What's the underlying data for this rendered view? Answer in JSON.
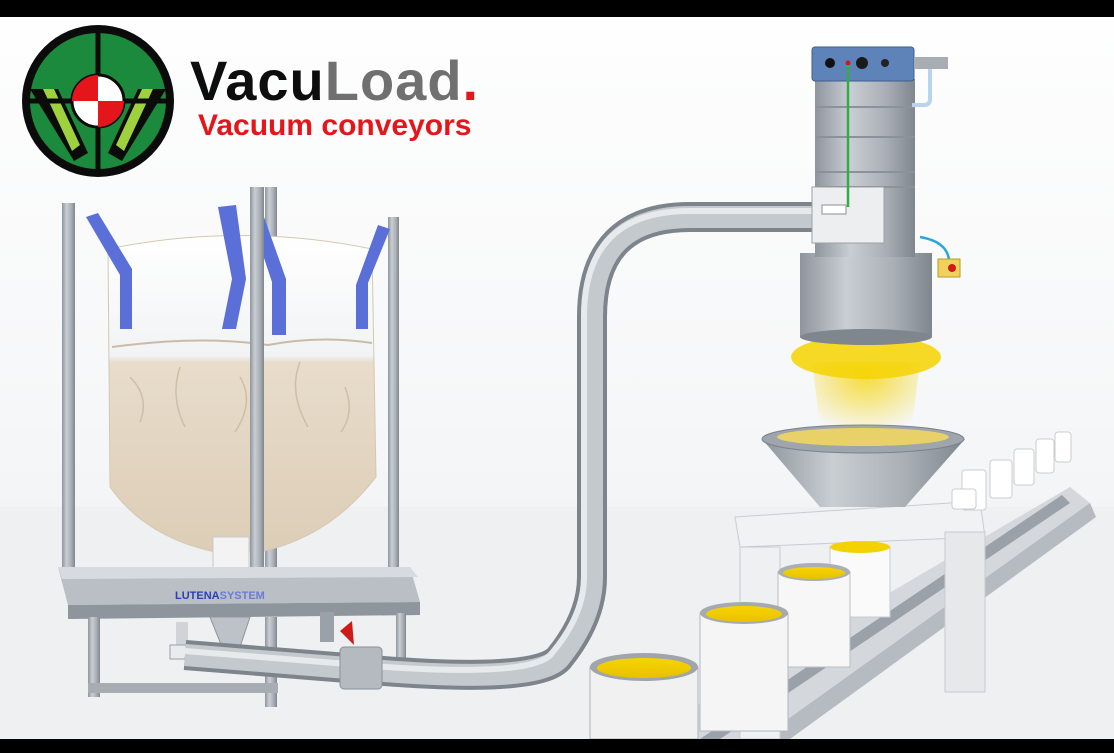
{
  "brand": {
    "name_part1": "Vacu",
    "name_part2": "Load",
    "name_part3": ".",
    "tagline": "Vacuum conveyors",
    "logo_icon": "vacuload-logo-icon"
  },
  "scene": {
    "frame_maker_left": "LUTENA",
    "frame_maker_right": "SYSTEM"
  },
  "colors": {
    "brand_red": "#e4161c",
    "brand_gray": "#707070",
    "logo_green": "#1c8a3c",
    "bag_strap": "#5a6fd8",
    "powder_yellow": "#f3d200"
  }
}
